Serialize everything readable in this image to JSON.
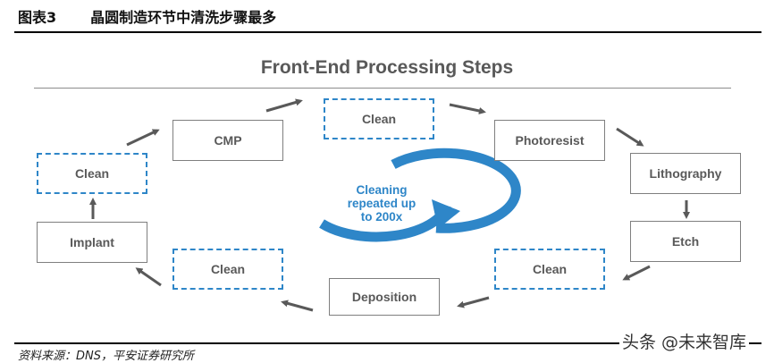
{
  "figure": {
    "label": "图表3",
    "title": "晶圆制造环节中清洗步骤最多"
  },
  "diagram": {
    "title": "Front-End Processing Steps",
    "center_text": [
      "Cleaning",
      "repeated up",
      "to 200x"
    ],
    "steps": {
      "clean_top": "Clean",
      "photoresist": "Photoresist",
      "lithography": "Lithography",
      "etch": "Etch",
      "clean_right": "Clean",
      "deposition": "Deposition",
      "clean_bottom_left": "Clean",
      "implant": "Implant",
      "clean_left": "Clean",
      "cmp": "CMP"
    },
    "colors": {
      "clean_border": "#2e86c8",
      "cycle_arrow": "#2e86c8",
      "step_border": "#7f7f7f",
      "text": "#595959"
    }
  },
  "footer": {
    "source": "资料来源：DNS，平安证券研究所",
    "watermark": "头条 @未来智库"
  }
}
